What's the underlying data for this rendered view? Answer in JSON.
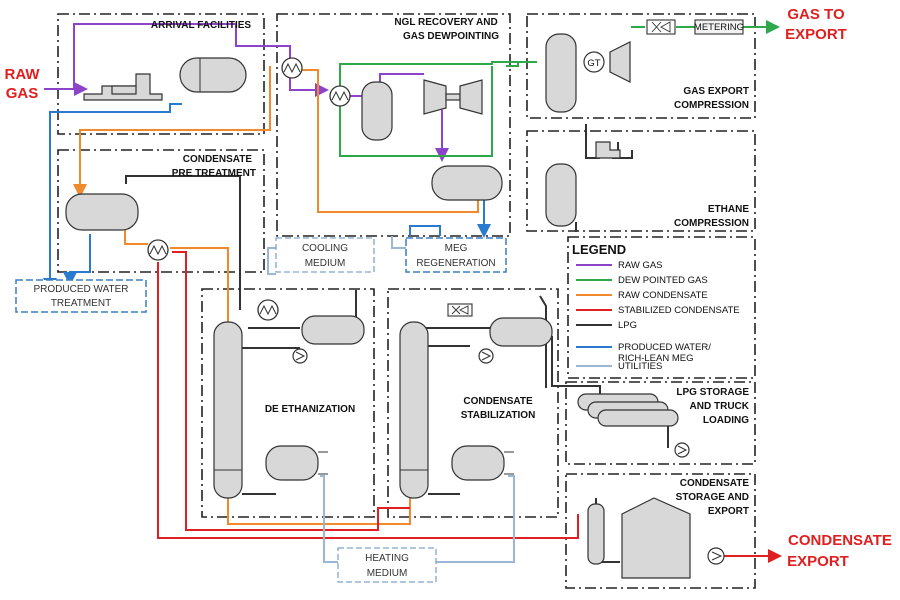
{
  "external": {
    "raw_gas": [
      "RAW",
      "GAS"
    ],
    "gas_export": [
      "GAS TO",
      "EXPORT"
    ],
    "condensate_export": [
      "CONDENSATE",
      "EXPORT"
    ]
  },
  "sections": {
    "arrival": [
      "ARRIVAL FACILITIES"
    ],
    "ngl": [
      "NGL RECOVERY AND",
      "GAS DEWPOINTING"
    ],
    "gas_export": [
      "GAS EXPORT",
      "COMPRESSION"
    ],
    "ethane": [
      "ETHANE",
      "COMPRESSION"
    ],
    "condensate_pre": [
      "CONDENSATE",
      "PRE TREATMENT"
    ],
    "deethanization": [
      "DE ETHANIZATION"
    ],
    "stabilization": [
      "CONDENSATE",
      "STABILIZATION"
    ],
    "lpg_storage": [
      "LPG STORAGE",
      "AND TRUCK",
      "LOADING"
    ],
    "condensate_storage": [
      "CONDENSATE",
      "STORAGE AND",
      "EXPORT"
    ]
  },
  "utilities": {
    "cooling": [
      "COOLING",
      "MEDIUM"
    ],
    "meg": [
      "MEG",
      "REGENERATION"
    ],
    "produced_water": [
      "PRODUCED WATER",
      "TREATMENT"
    ],
    "heating": [
      "HEATING",
      "MEDIUM"
    ]
  },
  "equipment": {
    "metering": "METERING",
    "turbine": "GT"
  },
  "legend": {
    "title": "LEGEND",
    "items": [
      {
        "label": "RAW GAS",
        "color": "#8e44c8"
      },
      {
        "label": "DEW POINTED GAS",
        "color": "#2ea84a"
      },
      {
        "label": "RAW CONDENSATE",
        "color": "#f08a2c"
      },
      {
        "label": "STABILIZED CONDENSATE",
        "color": "#e02020"
      },
      {
        "label": "LPG",
        "color": "#333333"
      },
      {
        "label": [
          "PRODUCED WATER/",
          "RICH-LEAN MEG"
        ],
        "color": "#2a7bd0"
      },
      {
        "label": "UTILITIES",
        "color": "#9bb6d6"
      }
    ]
  },
  "colors": {
    "raw_gas": "#8e44c8",
    "dew_pointed_gas": "#2ea84a",
    "raw_condensate": "#f08a2c",
    "stabilized_condensate": "#e02020",
    "lpg": "#333333",
    "produced_water": "#2a7bd0",
    "utilities": "#9bb6d6",
    "export_label": "#e02020"
  }
}
